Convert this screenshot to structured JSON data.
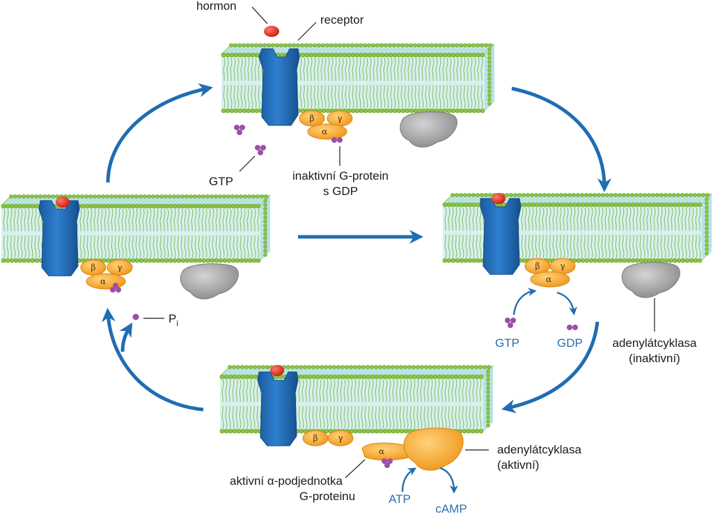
{
  "labels": {
    "hormon": "hormon",
    "receptor": "receptor",
    "gtp_top": "GTP",
    "inactive_gprotein_line1": "inaktivní G-protein",
    "inactive_gprotein_line2": "s GDP",
    "pi_main": "P",
    "pi_sub": "i",
    "gtp_right": "GTP",
    "gdp_right": "GDP",
    "adenylate_inactive_line1": "adenylátcyklasa",
    "adenylate_inactive_line2": "(inaktivní)",
    "adenylate_active_line1": "adenylátcyklasa",
    "adenylate_active_line2": "(aktivní)",
    "alpha_subunit_line1": "aktivní α-podjednotka",
    "alpha_subunit_line2": "G-proteinu",
    "atp": "ATP",
    "camp": "cAMP"
  },
  "greek": {
    "beta": "β",
    "gamma": "γ",
    "alpha": "α"
  },
  "colors": {
    "membrane_head": "#8cc63f",
    "membrane_core": "#d8f0ee",
    "membrane_side": "#b9e3df",
    "receptor": "#1f68b5",
    "g_protein": "#f5a623",
    "adenylate_inactive": "#9a9a9a",
    "adenylate_active": "#f5a623",
    "hormone": "#e03020",
    "nucleotide": "#9b4fa8",
    "arrow": "#1f6db3",
    "blue_text": "#2a6fb0"
  }
}
